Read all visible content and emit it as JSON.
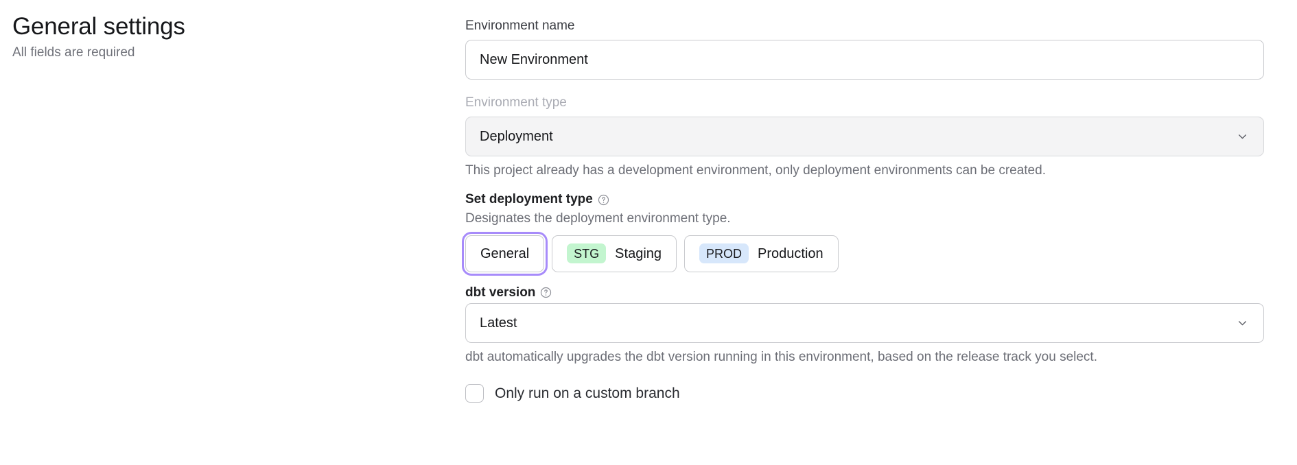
{
  "header": {
    "title": "General settings",
    "subtitle": "All fields are required"
  },
  "form": {
    "environment_name": {
      "label": "Environment name",
      "value": "New Environment",
      "placeholder": "Environment name"
    },
    "environment_type": {
      "label": "Environment type",
      "value": "Deployment",
      "disabled": true,
      "hint": "This project already has a development environment, only deployment environments can be created.",
      "chevron_icon": "chevron-down-icon"
    },
    "deployment_type": {
      "label": "Set deployment type",
      "help_icon": "help-circle-icon",
      "description": "Designates the deployment environment type.",
      "options": [
        {
          "label": "General",
          "badge": "",
          "badge_type": "none",
          "selected": true
        },
        {
          "label": "Staging",
          "badge": "STG",
          "badge_type": "stg",
          "selected": false
        },
        {
          "label": "Production",
          "badge": "PROD",
          "badge_type": "prod",
          "selected": false
        }
      ]
    },
    "dbt_version": {
      "label": "dbt version",
      "help_icon": "help-circle-icon",
      "value": "Latest",
      "hint": "dbt automatically upgrades the dbt version running in this environment, based on the release track you select.",
      "chevron_icon": "chevron-down-icon"
    },
    "custom_branch": {
      "label": "Only run on a custom branch",
      "checked": false
    }
  },
  "colors": {
    "focus_ring": "#a78bfa",
    "badge_stg_bg": "#c3f5cf",
    "badge_prod_bg": "#d7e7fb",
    "disabled_bg": "#f4f4f5",
    "border": "#c9cace",
    "muted_text": "#6c6e76"
  }
}
